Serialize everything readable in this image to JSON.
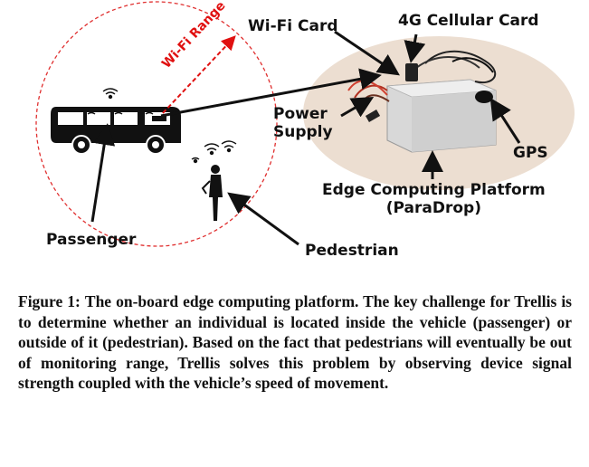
{
  "figure": {
    "labels": {
      "wifi_range": "Wi-Fi Range",
      "wifi_card": "Wi-Fi Card",
      "cellular_card": "4G Cellular Card",
      "power_supply": "Power\nSupply",
      "gps": "GPS",
      "edge_platform": "Edge Computing Platform\n(ParaDrop)",
      "passenger": "Passenger",
      "pedestrian": "Pedestrian"
    },
    "colors": {
      "range_circle": "#e03030",
      "range_arrow": "#e01010",
      "arrows": "#111111",
      "device_box": "#dcdcdc",
      "table": "#c49a6c"
    },
    "icons": [
      "bus-icon",
      "wifi-icon",
      "person-icon",
      "router-box-icon",
      "gps-antenna-icon",
      "cable-icon"
    ]
  },
  "caption": {
    "number": "Figure 1:",
    "text": "The on-board edge computing platform. The key challenge for Trellis is to determine whether an individual is located inside the vehicle (passenger) or outside of it (pedestrian). Based on the fact that pedestrians will eventually be out of monitoring range, Trellis solves this problem by observing device signal strength coupled with the vehicle’s speed of movement."
  }
}
